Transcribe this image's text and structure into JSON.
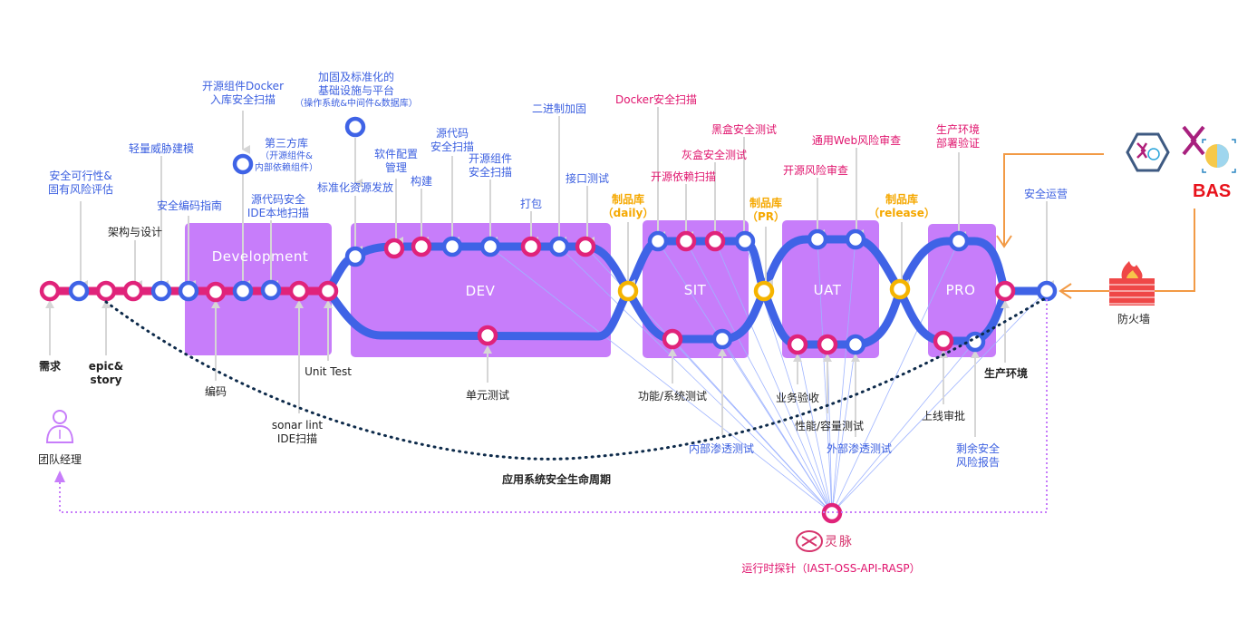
{
  "diagram": {
    "title": "应用系统安全生命周期",
    "stages": [
      {
        "id": "development",
        "label": "Development"
      },
      {
        "id": "dev",
        "label": "DEV"
      },
      {
        "id": "sit",
        "label": "SIT"
      },
      {
        "id": "uat",
        "label": "UAT"
      },
      {
        "id": "pro",
        "label": "PRO"
      }
    ],
    "top_labels": {
      "feasibility": [
        "安全可行性&",
        "固有风险评估"
      ],
      "threat_model": [
        "轻量威胁建模"
      ],
      "arch_design": [
        "架构与设计"
      ],
      "coding_guide": [
        "安全编码指南"
      ],
      "docker_scan": [
        "开源组件Docker",
        "入库安全扫描"
      ],
      "third_party": [
        "第三方库",
        "（开源组件&",
        "内部依赖组件）"
      ],
      "ide_scan": [
        "源代码安全",
        "IDE本地扫描"
      ],
      "infra": [
        "加固及标准化的",
        "基础设施与平台",
        "（操作系统&中间件&数据库）"
      ],
      "std_resource": [
        "标准化资源发放"
      ],
      "config_mgmt": [
        "软件配置",
        "管理"
      ],
      "build": [
        "构建"
      ],
      "src_scan": [
        "源代码",
        "安全扫描"
      ],
      "oss_scan": [
        "开源组件",
        "安全扫描"
      ],
      "package": [
        "打包"
      ],
      "binary_harden": [
        "二进制加固"
      ],
      "api_test": [
        "接口测试"
      ],
      "artifact_daily": [
        "制品库",
        "（daily）"
      ],
      "docker_sec_scan": [
        "Docker安全扫描"
      ],
      "oss_dep_scan": [
        "开源依赖扫描"
      ],
      "greybox": [
        "灰盒安全测试"
      ],
      "blackbox": [
        "黑盒安全测试"
      ],
      "artifact_pr": [
        "制品库",
        "（PR）"
      ],
      "oss_risk": [
        "开源风险审查"
      ],
      "web_risk": [
        "通用Web风险审查"
      ],
      "artifact_release": [
        "制品库",
        "（release）"
      ],
      "prod_verify": [
        "生产环境",
        "部署验证"
      ],
      "sec_ops": [
        "安全运营"
      ]
    },
    "bottom_labels": {
      "requirement": [
        "需求"
      ],
      "epic_story": [
        "epic&",
        "story"
      ],
      "coding": [
        "编码"
      ],
      "sonar": [
        "sonar lint",
        "IDE扫描"
      ],
      "unit_test_en": [
        "Unit Test"
      ],
      "unit_test": [
        "单元测试"
      ],
      "func_test": [
        "功能/系统测试"
      ],
      "internal_pentest": [
        "内部渗透测试"
      ],
      "biz_accept": [
        "业务验收"
      ],
      "perf_test": [
        "性能/容量测试"
      ],
      "external_pentest": [
        "外部渗透测试"
      ],
      "go_live": [
        "上线审批"
      ],
      "prod_env": [
        "生产环境"
      ],
      "residual_risk": [
        "剩余安全",
        "风险报告"
      ],
      "team_manager": [
        "团队经理"
      ],
      "firewall": [
        "防火墙"
      ],
      "probe": [
        "运行时探针（IAST-OSS-API-RASP）"
      ],
      "bas": "BAS"
    },
    "colors": {
      "pink": "#e0237a",
      "blue": "#3f63e6",
      "stage_fill": "#c77dfa",
      "gold": "#f5b400",
      "orange": "#f29a45",
      "gray_arrow": "#d6d6d6",
      "dotted": "#0d2a4a",
      "purple_dotted": "#c77dfa"
    }
  }
}
